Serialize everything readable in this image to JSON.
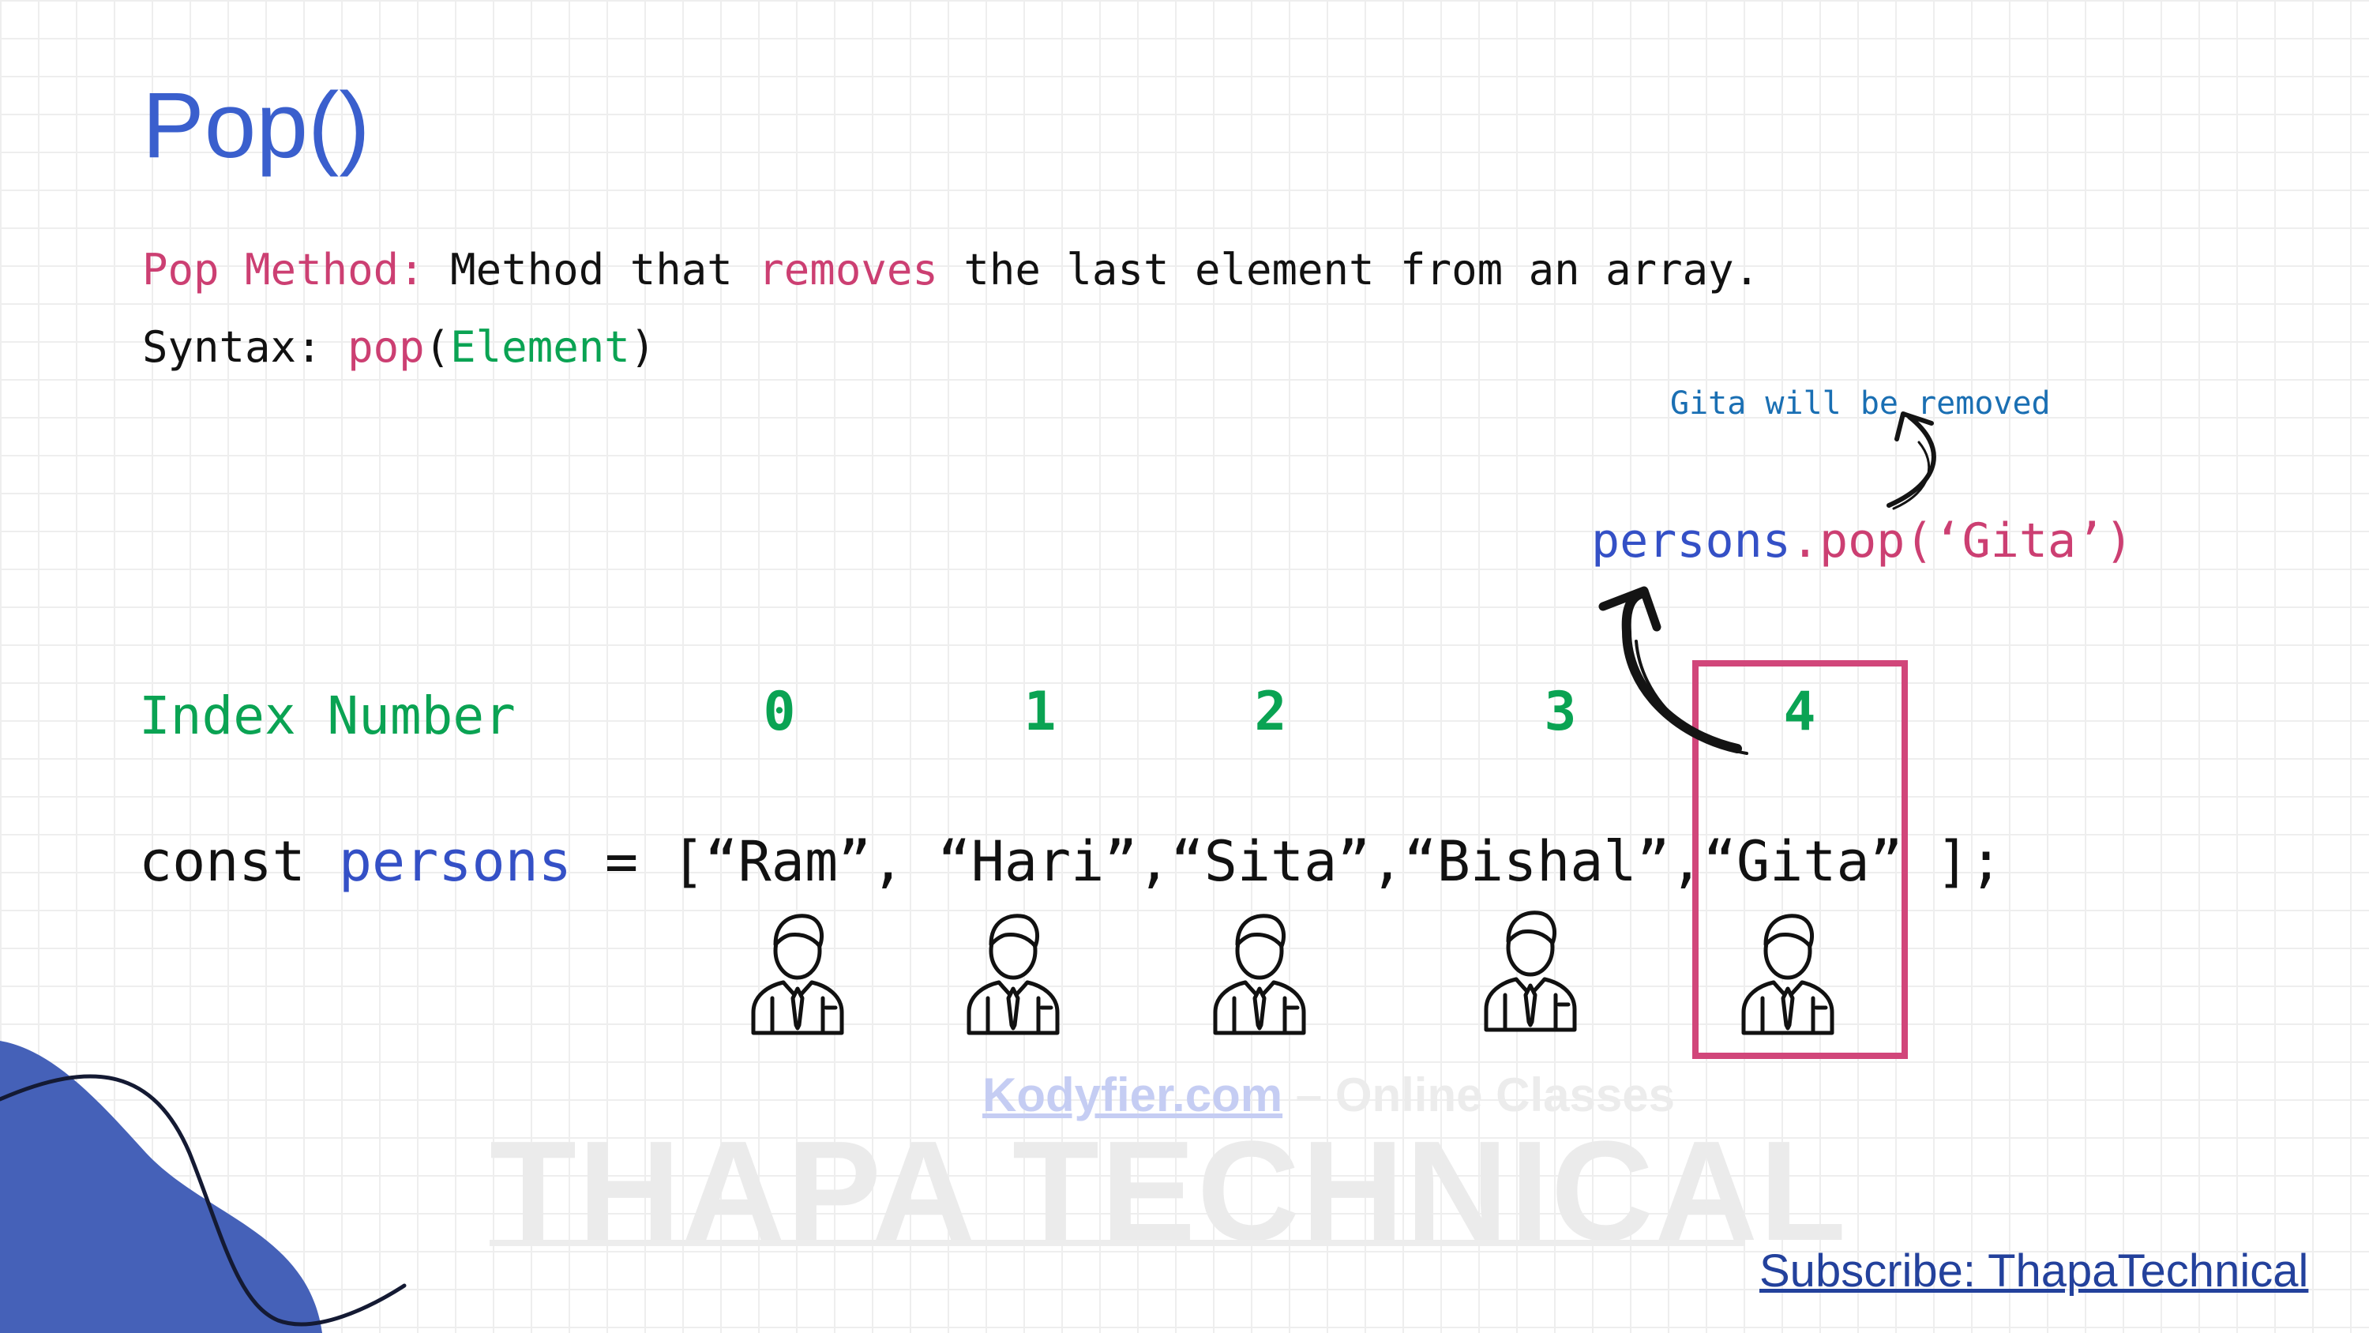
{
  "title": "Pop()",
  "definition": {
    "label": "Pop Method:",
    "text_before": "Method that",
    "highlight": "removes",
    "text_after": "the last element from an array."
  },
  "syntax": {
    "label": "Syntax:",
    "method": "pop",
    "open": "(",
    "param": "Element",
    "close": ")"
  },
  "note": "Gita will be removed",
  "call": {
    "object": "persons",
    "dot": ".",
    "method": "pop",
    "args": "(‘Gita’)"
  },
  "index_label": "Index Number",
  "indices": [
    "0",
    "1",
    "2",
    "3",
    "4"
  ],
  "code": {
    "keyword": "const",
    "var_name": "persons",
    "assign": "=",
    "open_bracket": "[",
    "items": [
      "“Ram”,",
      "“Hari”,",
      "“Sita”,",
      "“Bishal”,",
      "“Gita”"
    ],
    "close": "];"
  },
  "person_icons": [
    "person-icon",
    "person-icon",
    "person-icon",
    "person-icon",
    "person-icon"
  ],
  "watermark": {
    "site": "Kodyfier.com",
    "tagline": " – Online Classes",
    "brand": "THAPA TECHNICAL"
  },
  "subscribe": "Subscribe: ThapaTechnical",
  "colors": {
    "title_blue": "#3a5fcd",
    "pink": "#cc3f72",
    "green": "#0aa353",
    "blue_var": "#3450c6",
    "note_blue": "#1a6fb3",
    "box_pink": "#d1467a",
    "blob_blue": "#4561b8",
    "subscribe_blue": "#23419c",
    "watermark_blue": "#c5cdf3",
    "watermark_grey": "#ebebeb"
  }
}
